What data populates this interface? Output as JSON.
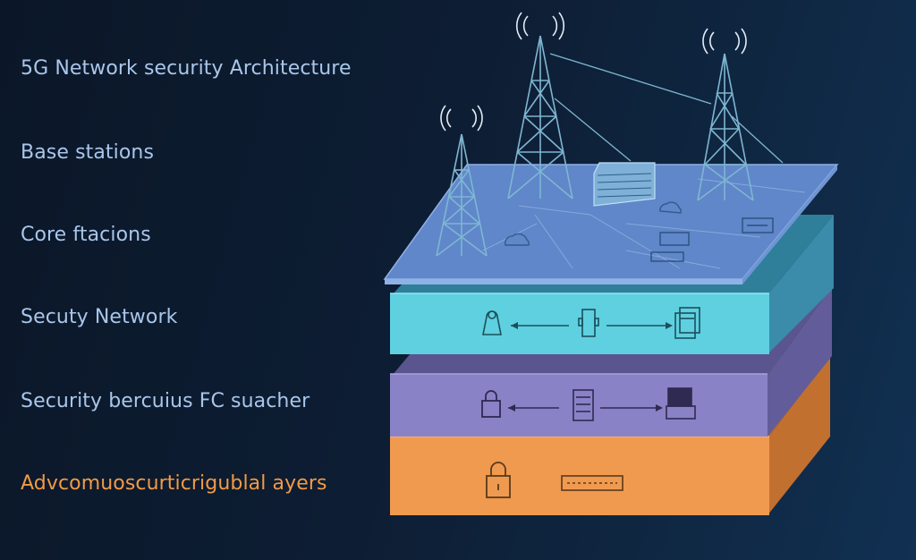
{
  "labels": [
    {
      "text": "5G Network security Architecture",
      "color": "#a9c6ea"
    },
    {
      "text": "Base stations",
      "color": "#a9c6ea"
    },
    {
      "text": "Core ftacions",
      "color": "#a9c6ea"
    },
    {
      "text": "Secuty Network",
      "color": "#a9c6ea"
    },
    {
      "text": "Security bercuius FC suacher",
      "color": "#a9c6ea"
    },
    {
      "text": "Advcomuoscurticrigublal ayers",
      "color": "#f29a45"
    }
  ],
  "layers": [
    {
      "name": "base-station-plane",
      "color": "#5f87c9"
    },
    {
      "name": "cyan-layer",
      "color": "#5fd0e0",
      "icons": [
        "user-lock-icon",
        "device-icon",
        "storage-icon"
      ]
    },
    {
      "name": "purple-layer",
      "color": "#8a82c6",
      "icons": [
        "padlock-icon",
        "server-icon",
        "terminal-icon"
      ]
    },
    {
      "name": "orange-layer",
      "color": "#ef9a4f",
      "icons": [
        "lock-icon",
        "rack-unit-icon"
      ]
    }
  ]
}
